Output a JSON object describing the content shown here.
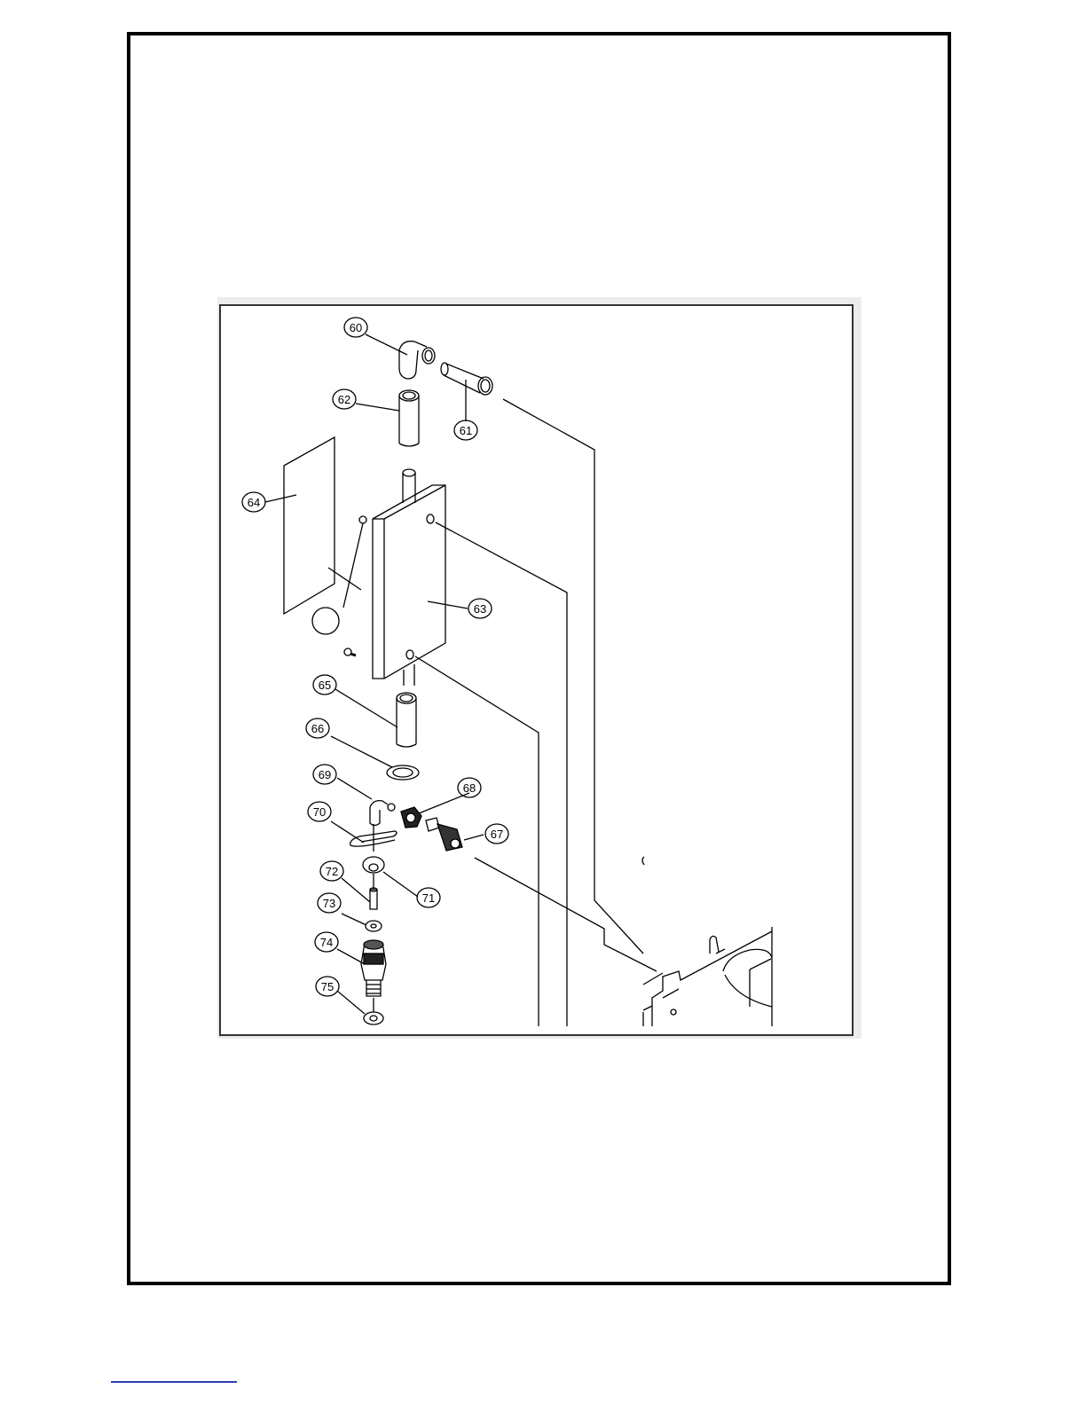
{
  "diagram": {
    "callouts": [
      {
        "id": "p60",
        "label": "60"
      },
      {
        "id": "p61",
        "label": "61"
      },
      {
        "id": "p62",
        "label": "62"
      },
      {
        "id": "p63",
        "label": "63"
      },
      {
        "id": "p64",
        "label": "64"
      },
      {
        "id": "p65",
        "label": "65"
      },
      {
        "id": "p66",
        "label": "66"
      },
      {
        "id": "p67",
        "label": "67"
      },
      {
        "id": "p68",
        "label": "68"
      },
      {
        "id": "p69",
        "label": "69"
      },
      {
        "id": "p70",
        "label": "70"
      },
      {
        "id": "p71",
        "label": "71"
      },
      {
        "id": "p72",
        "label": "72"
      },
      {
        "id": "p73",
        "label": "73"
      },
      {
        "id": "p74",
        "label": "74"
      },
      {
        "id": "p75",
        "label": "75"
      }
    ]
  },
  "colors": {
    "line": "#000000",
    "footer_rule": "#2e3fb5"
  }
}
